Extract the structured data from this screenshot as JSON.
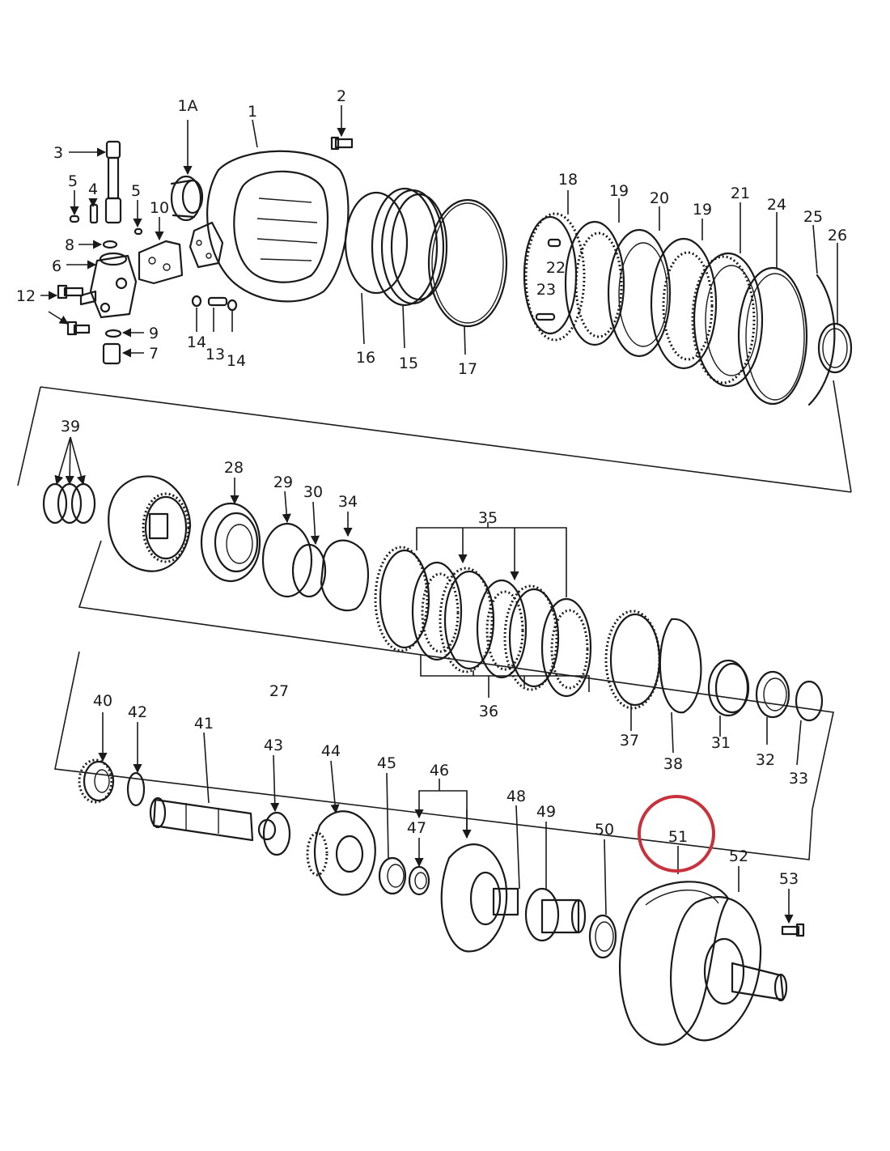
{
  "labels": {
    "p1A": "1A",
    "p1": "1",
    "p2": "2",
    "p3": "3",
    "p4": "4",
    "p5a": "5",
    "p5b": "5",
    "p6": "6",
    "p7": "7",
    "p8": "8",
    "p9": "9",
    "p10": "10",
    "p12": "12",
    "p13": "13",
    "p14a": "14",
    "p14b": "14",
    "p15": "15",
    "p16": "16",
    "p17": "17",
    "p18": "18",
    "p19a": "19",
    "p19b": "19",
    "p20": "20",
    "p21": "21",
    "p22": "22",
    "p23": "23",
    "p24": "24",
    "p25": "25",
    "p26": "26",
    "p27": "27",
    "p28": "28",
    "p29": "29",
    "p30": "30",
    "p31": "31",
    "p32": "32",
    "p33": "33",
    "p34": "34",
    "p35": "35",
    "p36": "36",
    "p37": "37",
    "p38": "38",
    "p39": "39",
    "p40": "40",
    "p41": "41",
    "p42": "42",
    "p43": "43",
    "p44": "44",
    "p45": "45",
    "p46": "46",
    "p47": "47",
    "p48": "48",
    "p49": "49",
    "p50": "50",
    "p51": "51",
    "p52": "52",
    "p53": "53"
  },
  "highlight": {
    "target_label": "51",
    "color": "#c8323c"
  }
}
